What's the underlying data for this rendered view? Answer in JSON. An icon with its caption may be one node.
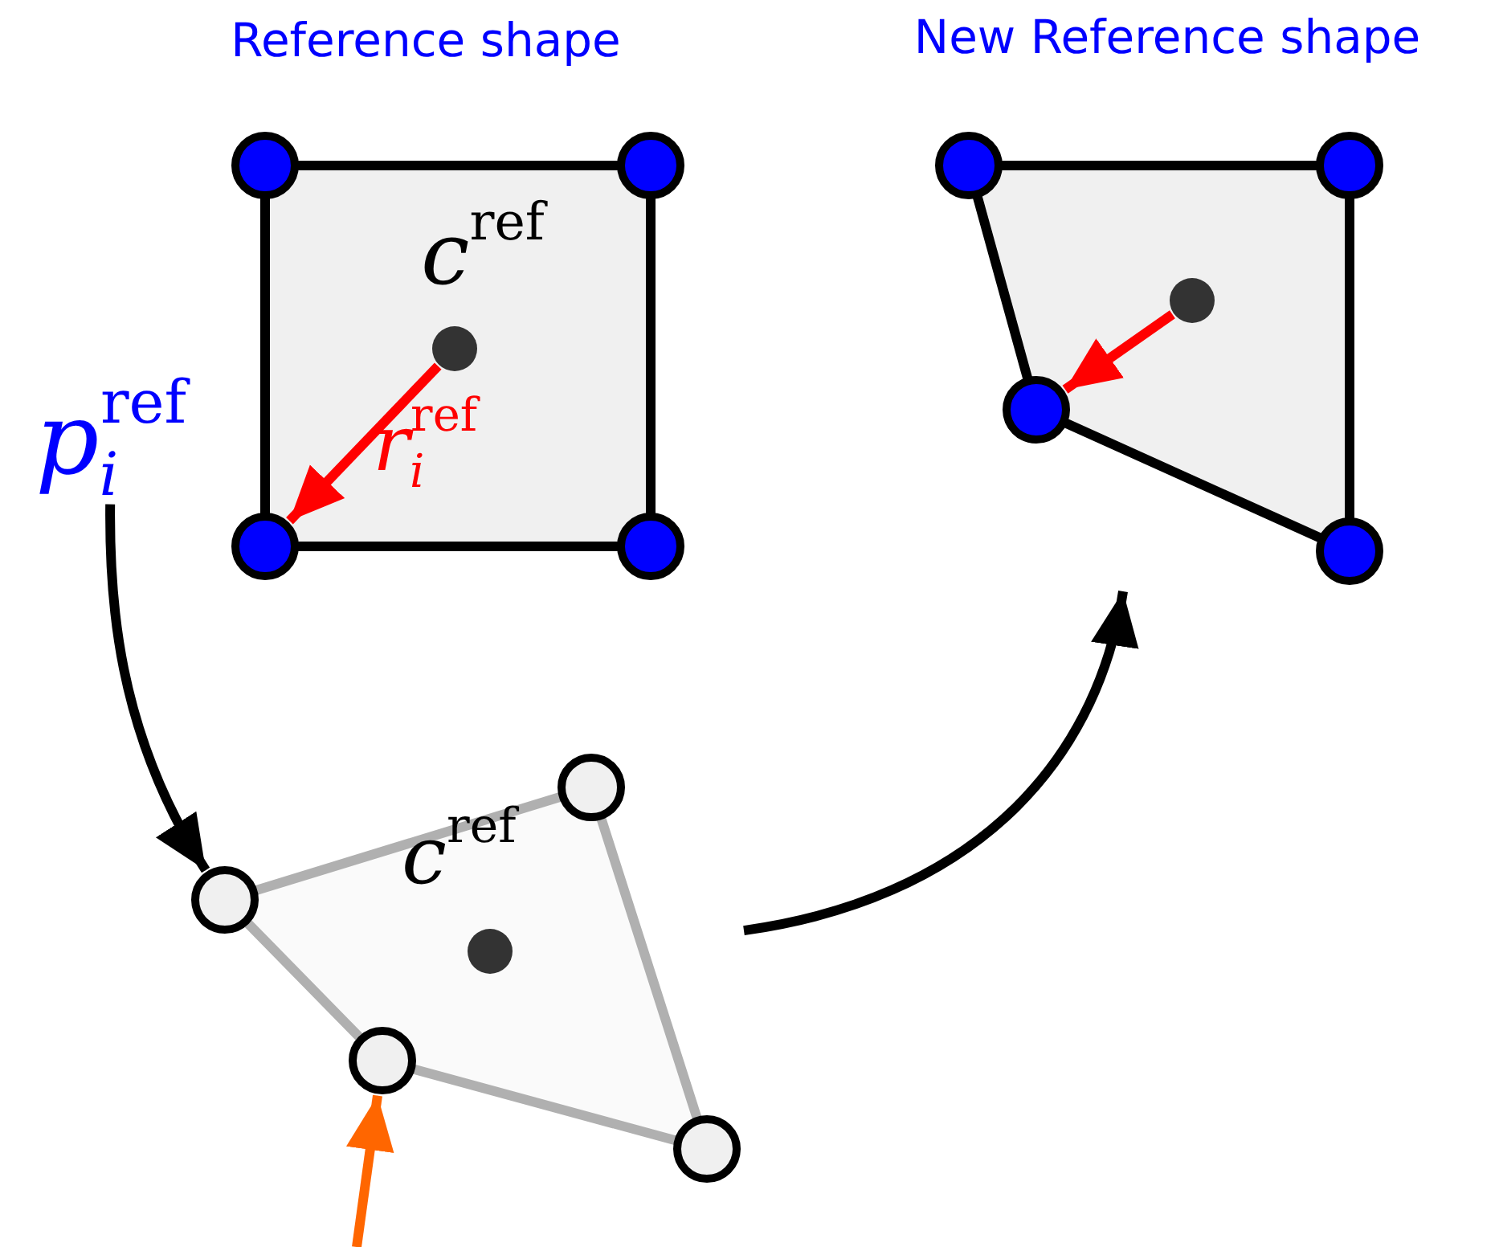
{
  "diagram": {
    "nodes": [
      {
        "text": [
          "Reference shape"
        ]
      },
      {
        "text": [],
        "shape": "circle"
      },
      {
        "text": [],
        "shape": "circle"
      },
      {
        "text": [],
        "shape": "circle"
      },
      {
        "text": [],
        "shape": "circle"
      },
      {
        "text": [],
        "shape": "circle",
        "in": 0,
        "beside": [
          "*c*$^{ref}$"
        ]
      },
      {
        "text": [
          "*p*$_{i}$$^{ref}$"
        ]
      },
      {
        "text": [
          "New Reference shape"
        ]
      },
      {
        "text": [],
        "shape": "circle"
      },
      {
        "text": [],
        "shape": "circle"
      },
      {
        "text": [],
        "shape": "circle"
      },
      {
        "text": [],
        "shape": "circle"
      },
      {
        "text": [],
        "shape": "circle",
        "in": 7
      },
      {
        "text": [],
        "shape": "polygon"
      },
      {
        "text": [],
        "shape": "circle"
      },
      {
        "text": [],
        "shape": "circle"
      },
      {
        "text": [],
        "shape": "circle"
      },
      {
        "text": [],
        "shape": "circle"
      },
      {
        "text": [],
        "shape": "circle",
        "in": 13,
        "beside": [
          "*c*$^{ref}$"
        ]
      }
    ],
    "edges": [
      {
        "from": 5,
        "to": 3,
        "arrow": "to",
        "label": "*r*$_{i}$$^{ref}$",
        "color": "#ff0000"
      },
      {
        "from": 6,
        "to": 15,
        "arrow": "to",
        "color": "#000000"
      },
      {
        "from": 13,
        "to": 7,
        "arrow": "to",
        "color": "#000000"
      },
      {
        "from": 12,
        "to": 10,
        "arrow": "to",
        "color": "#ff0000"
      },
      {
        "from": null,
        "to": 16,
        "arrow": "to",
        "color": "#ff6600"
      }
    ]
  }
}
